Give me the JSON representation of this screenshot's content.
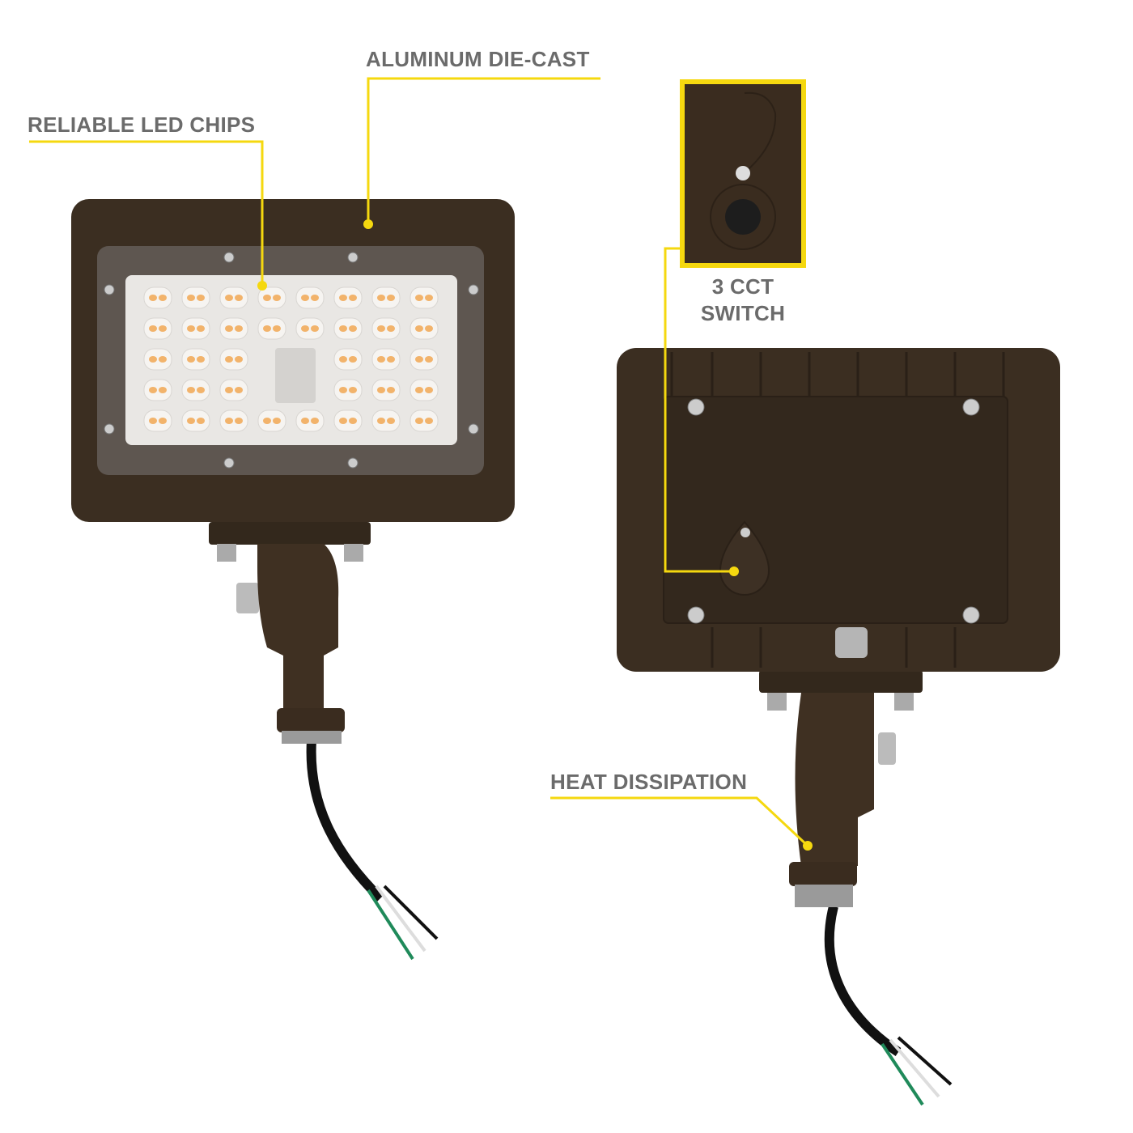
{
  "callouts": {
    "aluminum": "ALUMINUM DIE-CAST",
    "led_chips": "RELIABLE LED CHIPS",
    "switch_line1": "3 CCT",
    "switch_line2": "SWITCH",
    "heat": "HEAT DISSIPATION"
  },
  "colors": {
    "accent": "#f5d80f",
    "housing": "#3b2e21",
    "label": "#6b6b6b"
  }
}
